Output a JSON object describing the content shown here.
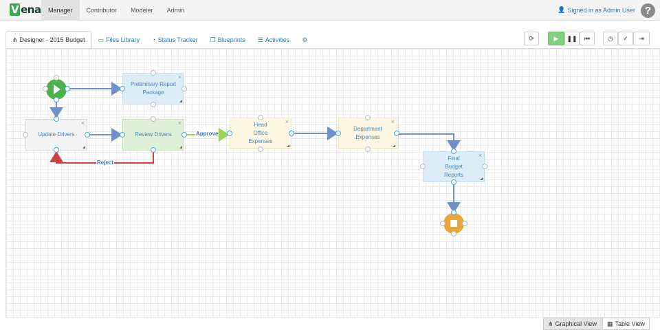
{
  "brand": {
    "logo_v": "V",
    "logo_rest": "ena"
  },
  "nav": [
    {
      "label": "Manager"
    },
    {
      "label": "Contributor"
    },
    {
      "label": "Modeler"
    },
    {
      "label": "Admin"
    }
  ],
  "user": {
    "signed_in": "Signed in as Admin User",
    "help": "?"
  },
  "tabs": [
    {
      "label": "Designer - 2015 Budget",
      "icon": "sitemap-icon"
    },
    {
      "label": "Files Library",
      "icon": "folder-icon"
    },
    {
      "label": "Status Tracker",
      "icon": "dashboard-icon"
    },
    {
      "label": "Blueprints",
      "icon": "copy-icon"
    },
    {
      "label": "Activities",
      "icon": "list-icon"
    },
    {
      "label": "",
      "icon": "gear-icon"
    }
  ],
  "toolbar": {
    "refresh": "⟳",
    "play": "▶",
    "pause": "❚❚",
    "reset": "⏮",
    "clock": "◷",
    "check": "✓",
    "exit": "⇥"
  },
  "flow": {
    "nodes": {
      "preliminary": "Preliminary Report Package",
      "update": "Update Drivers",
      "review": "Review Drivers",
      "head_office": "Head Office Expenses",
      "department": "Department Expenses",
      "final": "Final Budget Reports"
    },
    "labels": {
      "approve": "Approve",
      "reject": "Reject"
    },
    "close": "×"
  },
  "views": {
    "graphical": "Graphical View",
    "table": "Table View"
  },
  "colors": {
    "accent": "#3a76b8",
    "start": "#4db14d",
    "end": "#eba637",
    "link": "#7091c7",
    "reject": "#d0423f"
  }
}
